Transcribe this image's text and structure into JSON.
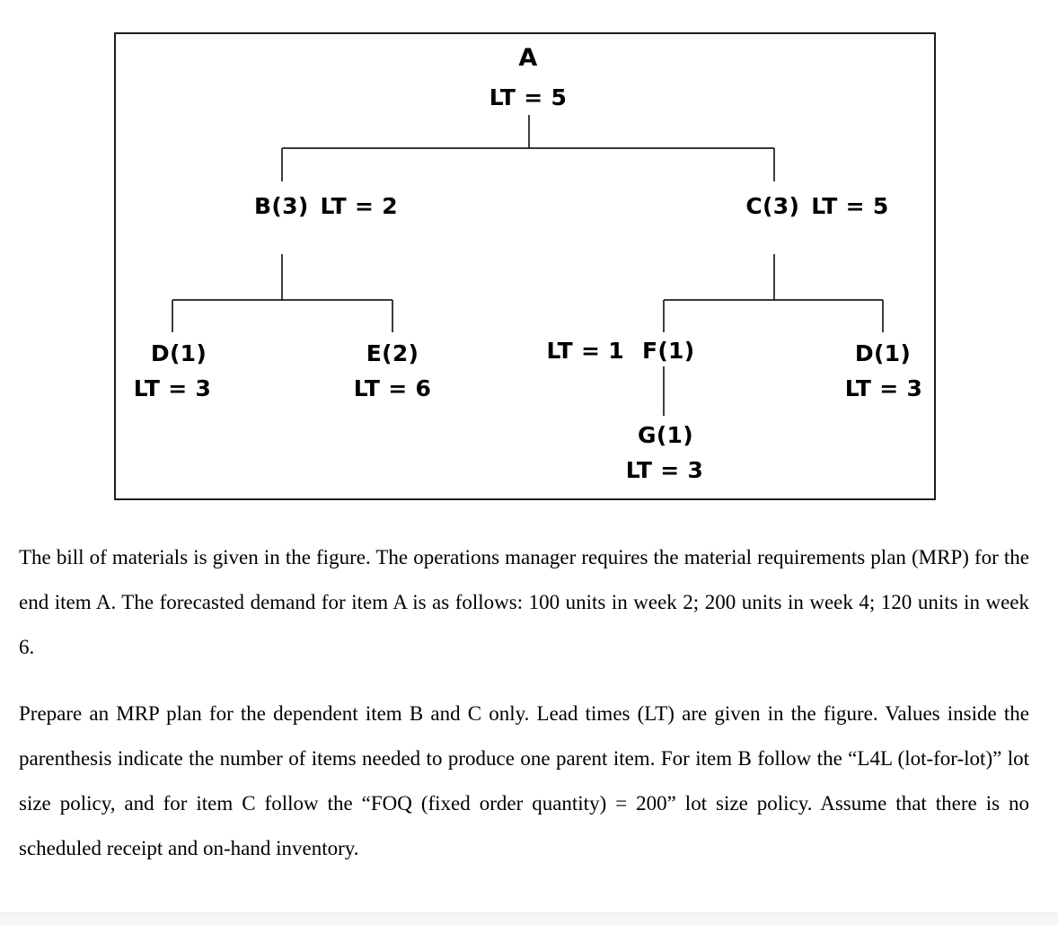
{
  "figure": {
    "description": "bill-of-materials-tree",
    "nodes": {
      "a": {
        "name": "A",
        "lt": "LT = 5"
      },
      "b": {
        "name": "B(3)",
        "lt": "LT = 2"
      },
      "c": {
        "name": "C(3)",
        "lt": "LT = 5"
      },
      "d_left": {
        "name": "D(1)",
        "lt": "LT = 3"
      },
      "e": {
        "name": "E(2)",
        "lt": "LT = 6"
      },
      "f": {
        "name": "F(1)",
        "lt": "LT = 1"
      },
      "d_right": {
        "name": "D(1)",
        "lt": "LT = 3"
      },
      "g": {
        "name": "G(1)",
        "lt": "LT = 3"
      }
    },
    "edges": [
      [
        "A",
        "B"
      ],
      [
        "A",
        "C"
      ],
      [
        "B",
        "D"
      ],
      [
        "B",
        "E"
      ],
      [
        "C",
        "F"
      ],
      [
        "C",
        "D"
      ],
      [
        "F",
        "G"
      ]
    ]
  },
  "problem": {
    "paragraph1": "The bill of materials is given in the figure. The operations manager requires the material requirements plan (MRP) for the end item A. The forecasted demand for item A is as follows: 100 units in week 2; 200 units in week 4; 120 units in week 6.",
    "paragraph2": "Prepare an MRP plan for the dependent item B and C only. Lead times (LT) are given in the figure. Values inside the parenthesis indicate the number of items needed to produce one parent item. For item B follow the “L4L (lot-for-lot)” lot size policy, and for item C follow the “FOQ (fixed order quantity) = 200” lot size policy. Assume that there is no scheduled receipt and on-hand inventory."
  },
  "colors": {
    "text": "#000000",
    "line": "#1c1c1c",
    "background": "#ffffff",
    "footer_strip": "#f6f6f7"
  }
}
